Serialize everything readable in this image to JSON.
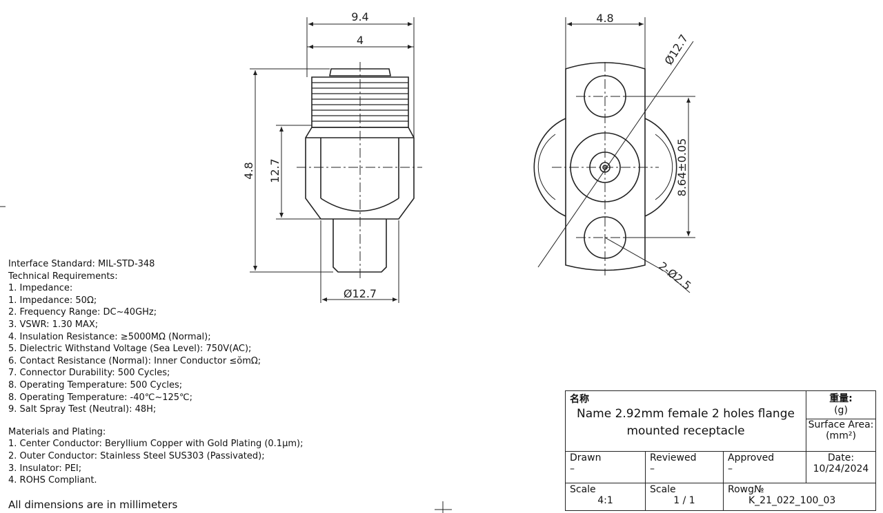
{
  "drawing": {
    "side_view": {
      "dims": [
        "9.4",
        "4",
        "4.8",
        "12.7",
        "Ø12.7"
      ]
    },
    "front_view": {
      "dims": [
        "4.8",
        "Ø12.7",
        "8.64±0.05",
        "2-Ø2.5"
      ]
    }
  },
  "notes": {
    "interface": "Interface Standard: MIL-STD-348",
    "tech_title": "Technical Requirements:",
    "tech_items": [
      "1. Impedance:",
      "1. Impedance: 50Ω;",
      "2. Frequency Range: DC~40GHz;",
      "3. VSWR: 1.30 MAX;",
      "4. Insulation Resistance: ≥5000MΩ (Normal);",
      "5. Dielectric Withstand Voltage (Sea Level): 750V(AC);",
      "6. Contact Resistance (Normal): Inner Conductor ≤ŏmΩ;",
      "7. Connector Durability: 500 Cycles;",
      "8. Operating Temperature: 500 Cycles;",
      "8. Operating Temperature: -40℃~125℃;",
      "9. Salt Spray Test (Neutral): 48H;"
    ],
    "mat_title": "Materials and Plating:",
    "mat_items": [
      "1. Center Conductor: Beryllium Copper with Gold Plating (0.1μm);",
      "2. Outer Conductor: Stainless Steel SUS303 (Passivated);",
      "3. Insulator: PEI;",
      "4. ROHS Compliant."
    ],
    "units": "All dimensions are in millimeters"
  },
  "title_block": {
    "name_label": "名称",
    "name": "Name 2.92mm female 2 holes flange mounted receptacle",
    "weight_label": "重量:",
    "weight_unit": "(g)",
    "area_label": "Surface Area:",
    "area_unit": "(mm²)",
    "drawn_label": "Drawn",
    "drawn": "–",
    "reviewed_label": "Reviewed",
    "reviewed": "–",
    "approved_label": "Approved",
    "approved": "–",
    "date_label": "Date:",
    "date": "10/24/2024",
    "scale_label": "Scale",
    "scale": "4:1",
    "scale2_label": "Scale",
    "scale2": "1 / 1",
    "drawing_no_label": "Rowg№",
    "drawing_no": "K_21_022_100_03"
  }
}
